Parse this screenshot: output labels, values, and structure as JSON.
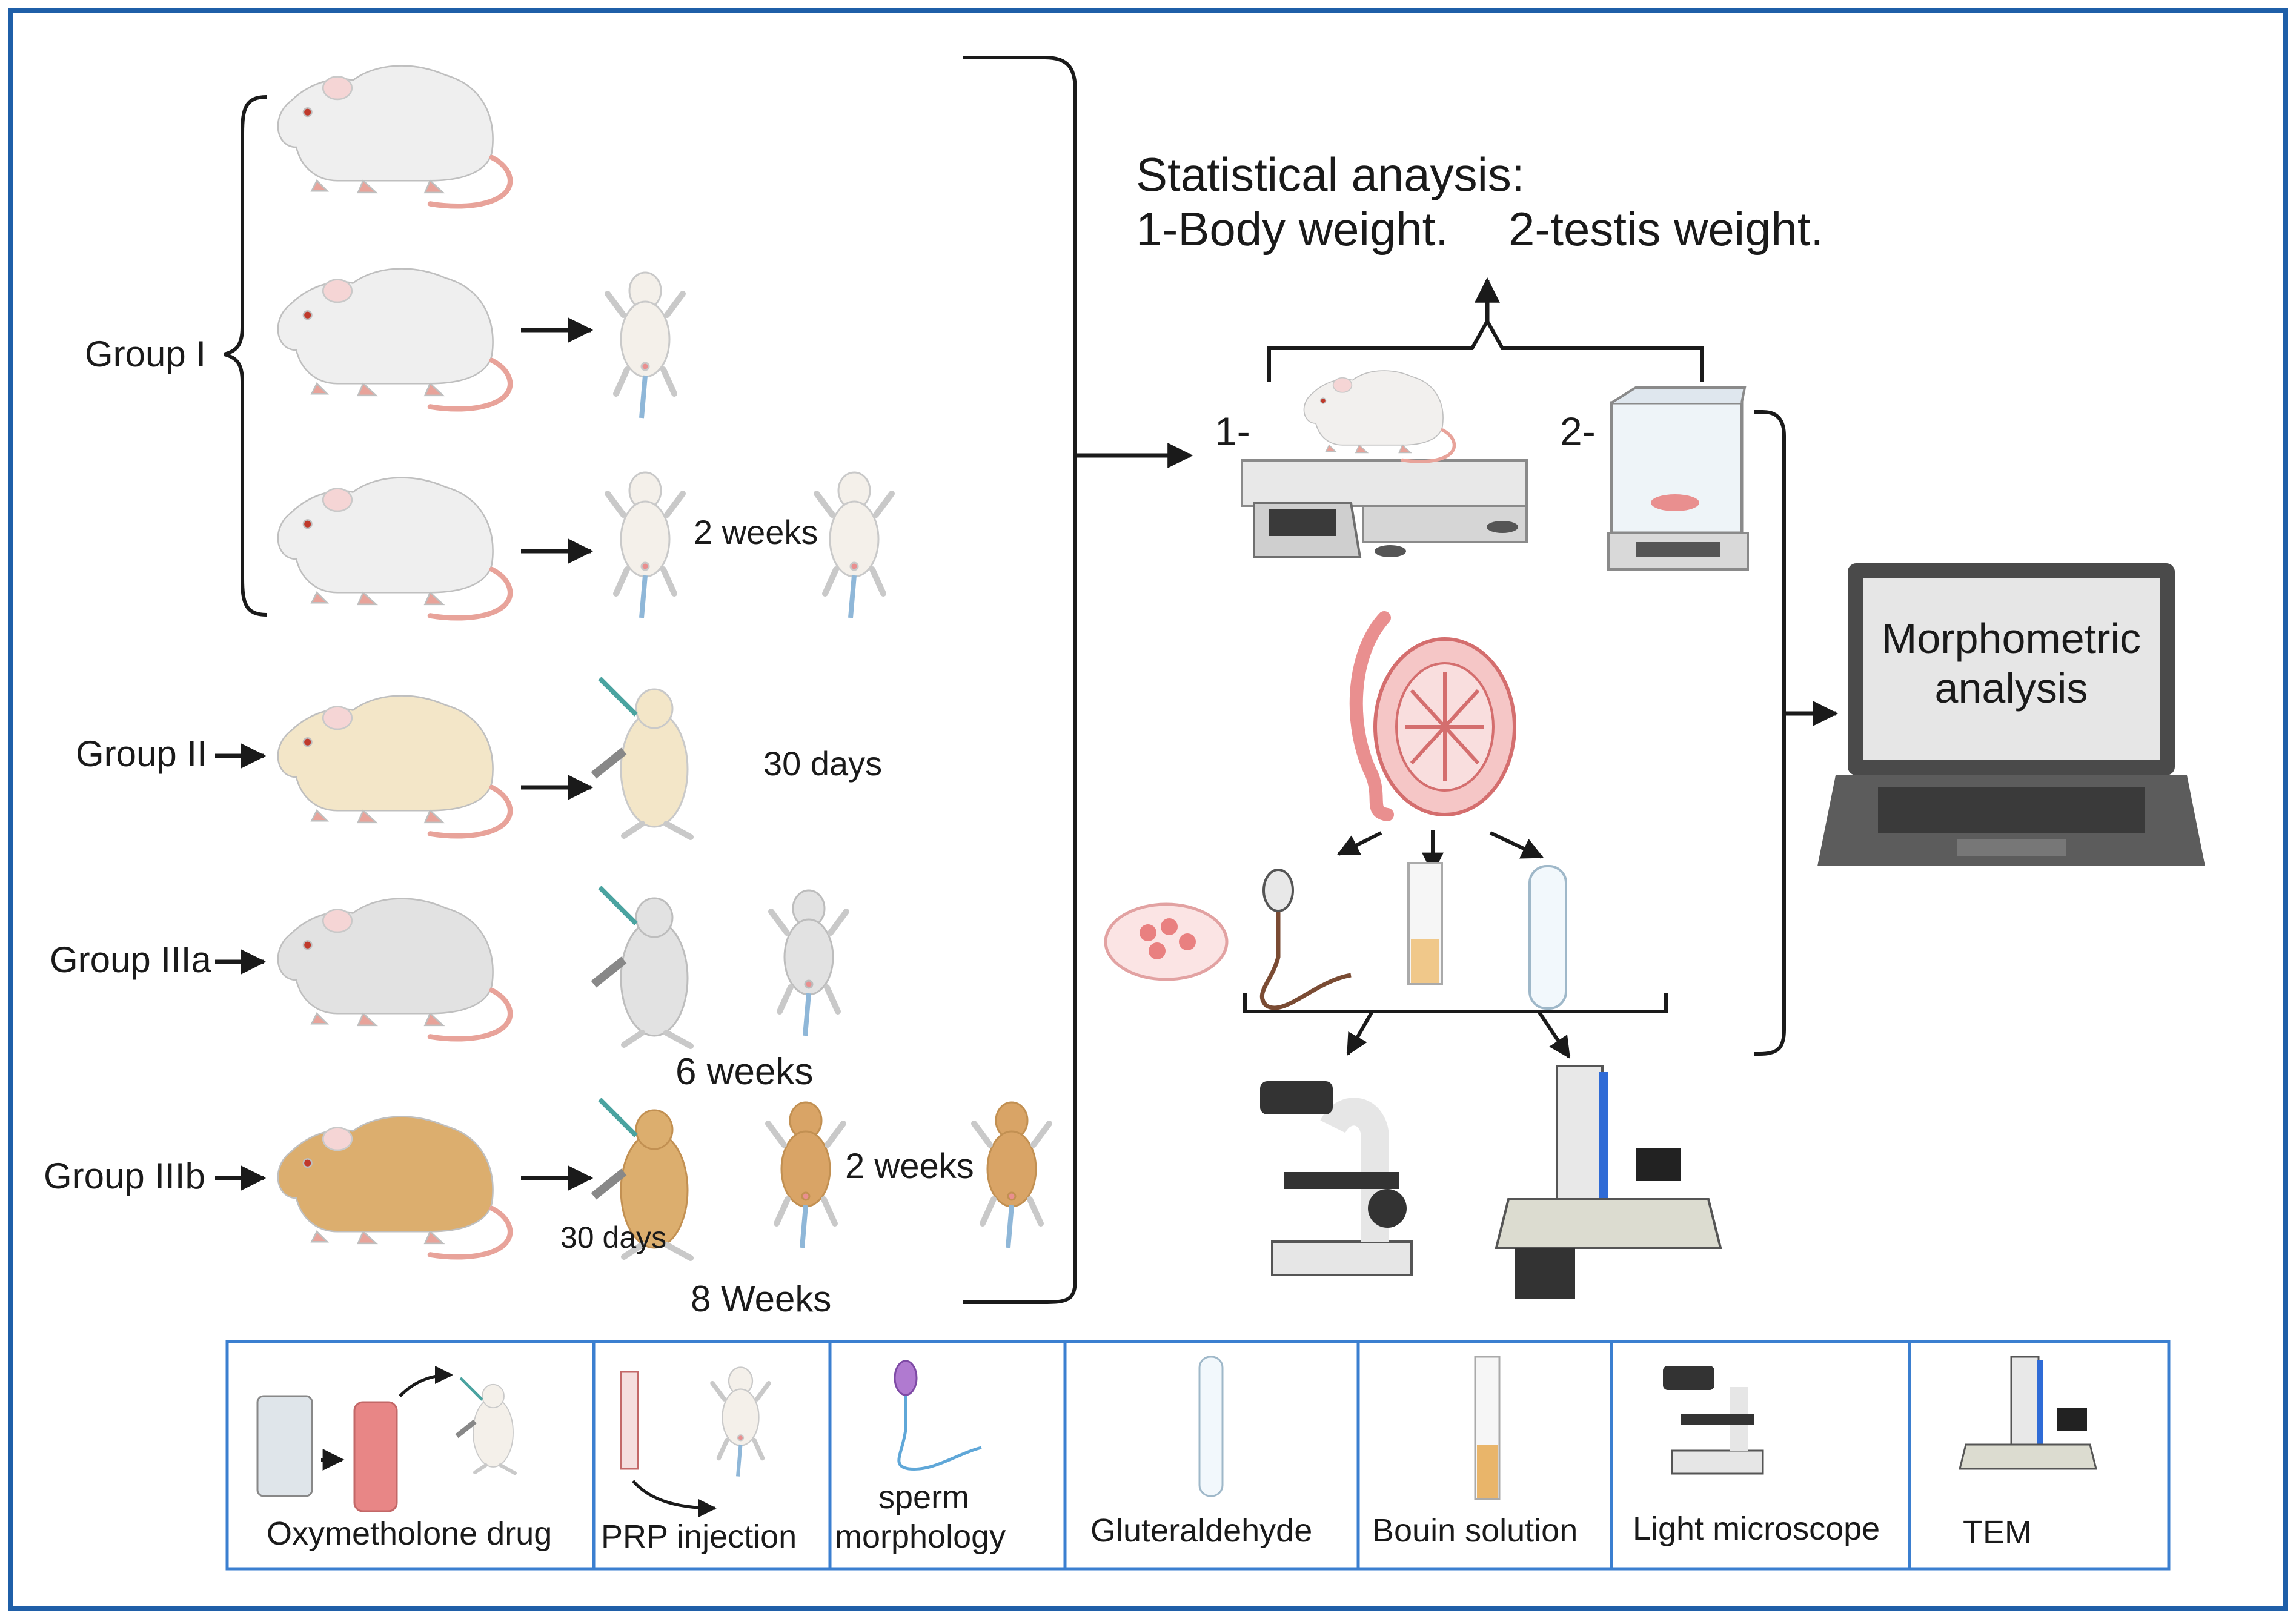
{
  "groups": {
    "group1": "Group I",
    "group2": "Group II",
    "group3a": "Group IIIa",
    "group3b": "Group IIIb"
  },
  "durations": {
    "g1_interval": "2 weeks",
    "g2_period": "30 days",
    "g3a_period": "6 weeks",
    "g3b_first": "30 days",
    "g3b_interval": "2 weeks",
    "g3b_total": "8 Weeks"
  },
  "statistics": {
    "title": "Statistical anaysis:",
    "item1": "1-Body weight.",
    "item2": "2-testis weight.",
    "marker1": "1-",
    "marker2": "2-"
  },
  "laptop": {
    "line1": "Morphometric",
    "line2": "analysis"
  },
  "legend": {
    "items": [
      "Oxymetholone drug",
      "PRP injection",
      "sperm",
      "morphology",
      "Gluteraldehyde",
      "Bouin solution",
      "Light microscope",
      "TEM"
    ]
  },
  "colors": {
    "frame": "#1f5fa8",
    "legend_border": "#3b7fd0",
    "rat_white": "#efefef",
    "rat_cream": "#f3e6c8",
    "rat_grey": "#e2e2e2",
    "rat_tan": "#dcae6e",
    "tail": "#e8a39a",
    "testis": "#e98f8f"
  }
}
